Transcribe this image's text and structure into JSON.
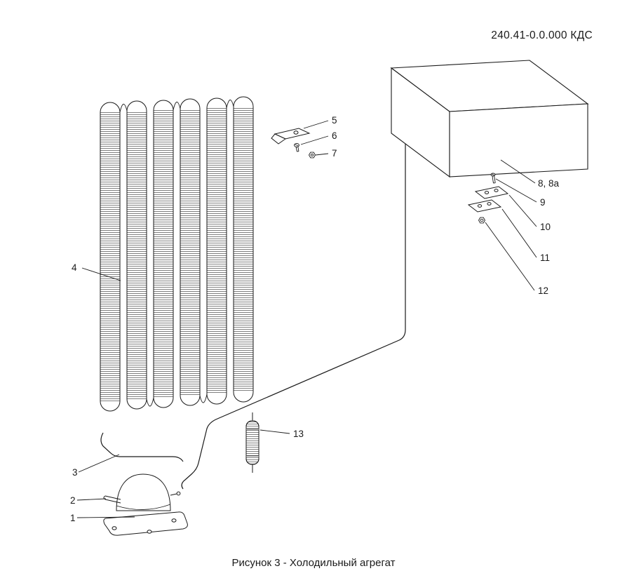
{
  "header": {
    "doc_number": "240.41-0.0.000 КДС"
  },
  "caption": "Рисунок 3 - Холодильный агрегат",
  "labels": {
    "p1": "1",
    "p2": "2",
    "p3": "3",
    "p4": "4",
    "p5": "5",
    "p6": "6",
    "p7": "7",
    "p8": "8, 8а",
    "p9": "9",
    "p10": "10",
    "p11": "11",
    "p12": "12",
    "p13": "13"
  },
  "colors": {
    "line": "#1a1a1a",
    "background": "#ffffff"
  }
}
